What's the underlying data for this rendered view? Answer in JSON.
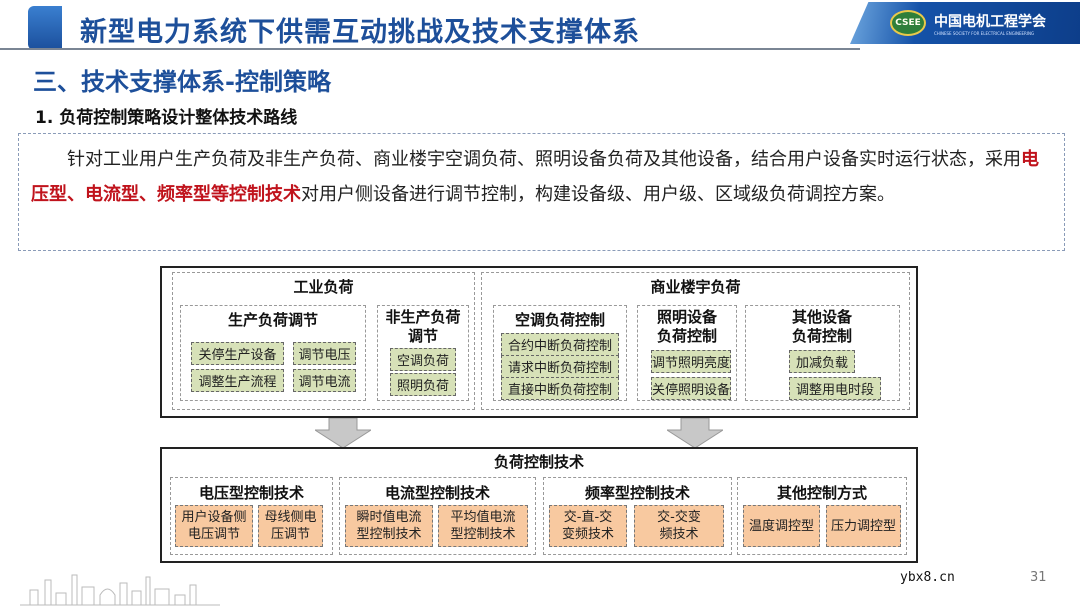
{
  "header": {
    "title": "新型电力系统下供需互动挑战及技术支撑体系",
    "logo_text": "中国电机工程学会",
    "logo_sub": "CHINESE SOCIETY FOR ELECTRICAL ENGINEERING",
    "logo_seal": "CSEE"
  },
  "section_title": "三、技术支撑体系-控制策略",
  "sub_title": "1. 负荷控制策略设计整体技术路线",
  "description": {
    "part1": "针对工业用户生产负荷及非生产负荷、商业楼宇空调负荷、照明设备负荷及其他设备，结合用户设备实时运行状态，采用",
    "highlight": "电压型、电流型、频率型等控制技术",
    "part2": "对用户侧设备进行调节控制，构建设备级、用户级、区域级负荷调控方案。"
  },
  "diagram": {
    "industrial": {
      "title": "工业负荷",
      "production": {
        "title": "生产负荷调节",
        "items": [
          "关停生产设备",
          "调节电压",
          "调整生产流程",
          "调节电流"
        ]
      },
      "nonproduction": {
        "title": "非生产负荷调节",
        "items": [
          "空调负荷",
          "照明负荷"
        ]
      }
    },
    "commercial": {
      "title": "商业楼宇负荷",
      "hvac": {
        "title": "空调负荷控制",
        "items": [
          "合约中断负荷控制",
          "请求中断负荷控制",
          "直接中断负荷控制"
        ]
      },
      "lighting": {
        "title": "照明设备负荷控制",
        "items": [
          "调节照明亮度",
          "关停照明设备"
        ]
      },
      "other": {
        "title": "其他设备负荷控制",
        "items": [
          "加减负载",
          "调整用电时段"
        ]
      }
    },
    "tech": {
      "title": "负荷控制技术",
      "groups": [
        {
          "title": "电压型控制技术",
          "items": [
            "用户设备侧电压调节",
            "母线侧电压调节"
          ]
        },
        {
          "title": "电流型控制技术",
          "items": [
            "瞬时值电流型控制技术",
            "平均值电流型控制技术"
          ]
        },
        {
          "title": "频率型控制技术",
          "items": [
            "交-直-交变频技术",
            "交-交变频技术"
          ]
        },
        {
          "title": "其他控制方式",
          "items": [
            "温度调控型",
            "压力调控型"
          ]
        }
      ]
    }
  },
  "footer": {
    "site": "ybx8.cn",
    "page": "31"
  },
  "colors": {
    "title_blue": "#1d4f9a",
    "highlight_red": "#c0131c",
    "green_box": "#d7e1b8",
    "orange_box": "#f8c9a0"
  }
}
